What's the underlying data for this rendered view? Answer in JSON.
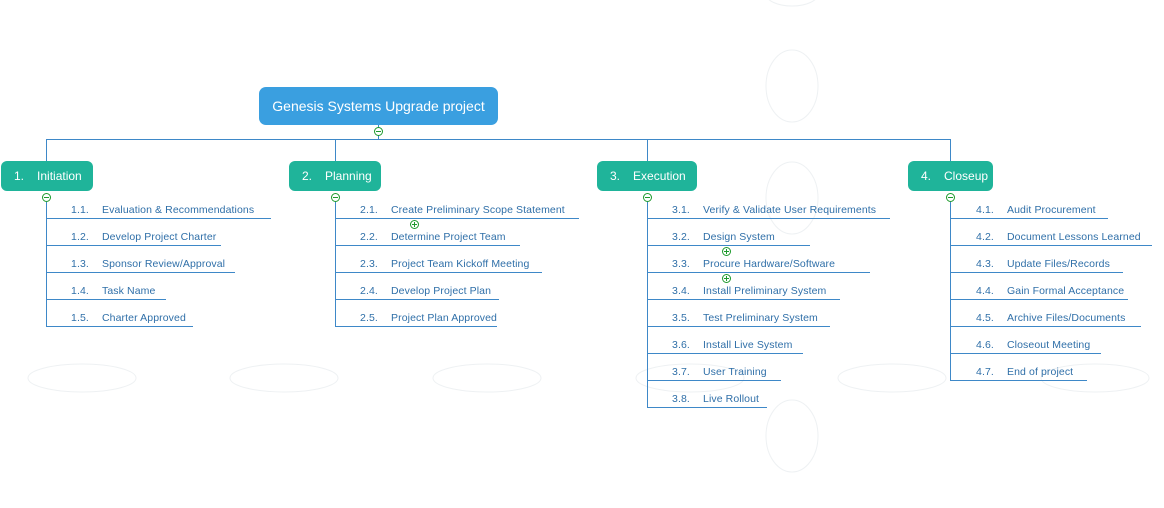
{
  "root": {
    "title": "Genesis Systems Upgrade project"
  },
  "phases": [
    {
      "num": "1.",
      "label": "Initiation",
      "tasks": [
        {
          "num": "1.1.",
          "label": "Evaluation & Recommendations"
        },
        {
          "num": "1.2.",
          "label": "Develop Project Charter"
        },
        {
          "num": "1.3.",
          "label": "Sponsor Review/Approval"
        },
        {
          "num": "1.4.",
          "label": "Task Name"
        },
        {
          "num": "1.5.",
          "label": "Charter Approved"
        }
      ]
    },
    {
      "num": "2.",
      "label": "Planning",
      "tasks": [
        {
          "num": "2.1.",
          "label": "Create Preliminary Scope Statement",
          "collapsed": true
        },
        {
          "num": "2.2.",
          "label": "Determine Project Team"
        },
        {
          "num": "2.3.",
          "label": "Project Team Kickoff Meeting"
        },
        {
          "num": "2.4.",
          "label": "Develop Project Plan"
        },
        {
          "num": "2.5.",
          "label": "Project Plan Approved"
        }
      ]
    },
    {
      "num": "3.",
      "label": "Execution",
      "tasks": [
        {
          "num": "3.1.",
          "label": "Verify & Validate User Requirements"
        },
        {
          "num": "3.2.",
          "label": "Design System",
          "collapsed": true
        },
        {
          "num": "3.3.",
          "label": "Procure Hardware/Software",
          "collapsed": true
        },
        {
          "num": "3.4.",
          "label": "Install Preliminary System"
        },
        {
          "num": "3.5.",
          "label": "Test Preliminary System"
        },
        {
          "num": "3.6.",
          "label": "Install Live System"
        },
        {
          "num": "3.7.",
          "label": "User Training"
        },
        {
          "num": "3.8.",
          "label": "Live Rollout"
        }
      ]
    },
    {
      "num": "4.",
      "label": "Closeup",
      "tasks": [
        {
          "num": "4.1.",
          "label": "Audit Procurement"
        },
        {
          "num": "4.2.",
          "label": "Document Lessons Learned"
        },
        {
          "num": "4.3.",
          "label": "Update Files/Records"
        },
        {
          "num": "4.4.",
          "label": "Gain Formal Acceptance"
        },
        {
          "num": "4.5.",
          "label": "Archive Files/Documents"
        },
        {
          "num": "4.6.",
          "label": "Closeout Meeting"
        },
        {
          "num": "4.7.",
          "label": "End of project"
        }
      ]
    }
  ],
  "colors": {
    "root_fill": "#3a9fe0",
    "phase_fill": "#1fb49a",
    "connector": "#3e88c8",
    "task_text": "#2f6fa8",
    "toggle": "#1d9a2c"
  }
}
